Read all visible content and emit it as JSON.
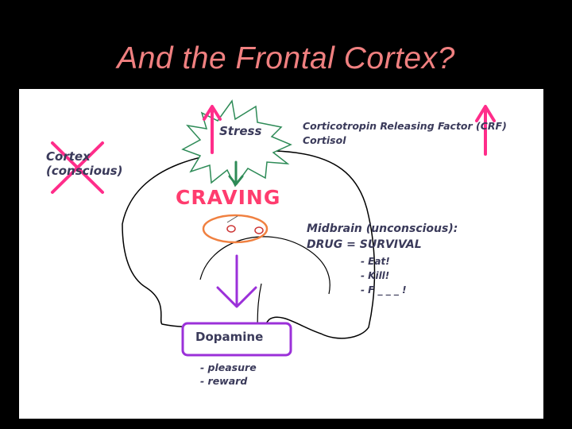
{
  "slide": {
    "title": "And the Frontal Cortex?"
  },
  "diagram": {
    "cortex_label_line1": "Cortex",
    "cortex_label_line2": "(conscious)",
    "stress_label": "Stress",
    "crf_label": "Corticotropin Releasing Factor (CRF)",
    "cortisol_label": "Cortisol",
    "craving_label": "CRAVING",
    "midbrain_label": "Midbrain (unconscious):",
    "drug_survival_label": "DRUG = SURVIVAL",
    "survival_items": [
      "- Eat!",
      "- Kill!",
      "- F _ _ _ !"
    ],
    "dopamine_label": "Dopamine",
    "dopamine_effects": [
      "- pleasure",
      "- reward"
    ]
  },
  "colors": {
    "background": "#000000",
    "title": "#f08080",
    "panel": "#ffffff",
    "cross_and_up_arrows": "#ff2d8a",
    "stress_burst_stroke": "#2e8b57",
    "down_arrow_green": "#2e8b57",
    "craving_text": "#ff3c6e",
    "midbrain_ellipse": "#f08040",
    "dopamine_arrow_and_box": "#9b30d9",
    "diagram_text": "#3a3a5a"
  }
}
